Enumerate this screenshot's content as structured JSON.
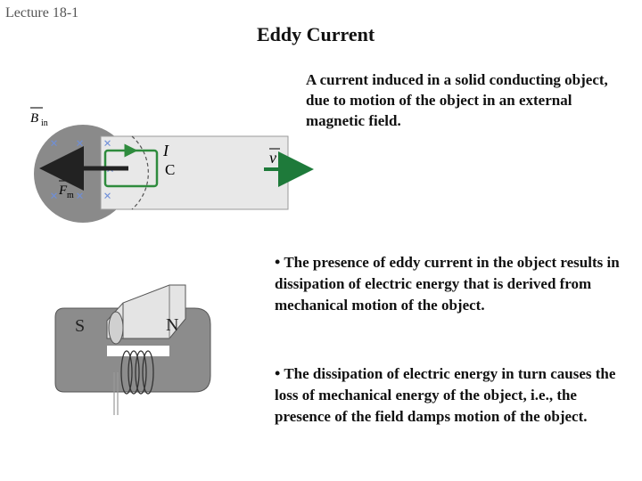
{
  "header": {
    "lecture": "Lecture 18-1"
  },
  "title": "Eddy Current",
  "definition": "A current induced in a solid conducting object, due to motion of the object in an external magnetic field.",
  "bullets": [
    {
      "marker": "•",
      "text": "The presence of eddy current in the object results in dissipation of electric energy that is derived from mechanical motion of the object."
    },
    {
      "marker": "•",
      "text": "The dissipation of electric energy in turn causes the loss of mechanical energy of the object, i.e., the presence of the field damps motion of the object."
    }
  ],
  "figure1": {
    "b_label": "B",
    "b_subscript": "in",
    "current_label": "I",
    "loop_label": "C",
    "velocity_label": "v",
    "force_label": "F",
    "force_subscript": "m",
    "field_marker": "×",
    "colors": {
      "field_region": "#8a8a8a",
      "plate": "#e8e8e8",
      "loop": "#2e8b3d",
      "velocity": "#1e7a3a",
      "force": "#222222"
    }
  },
  "figure2": {
    "south_label": "S",
    "north_label": "N",
    "colors": {
      "magnet": "#8c8c8c",
      "pole": "#e4e4e4"
    }
  }
}
